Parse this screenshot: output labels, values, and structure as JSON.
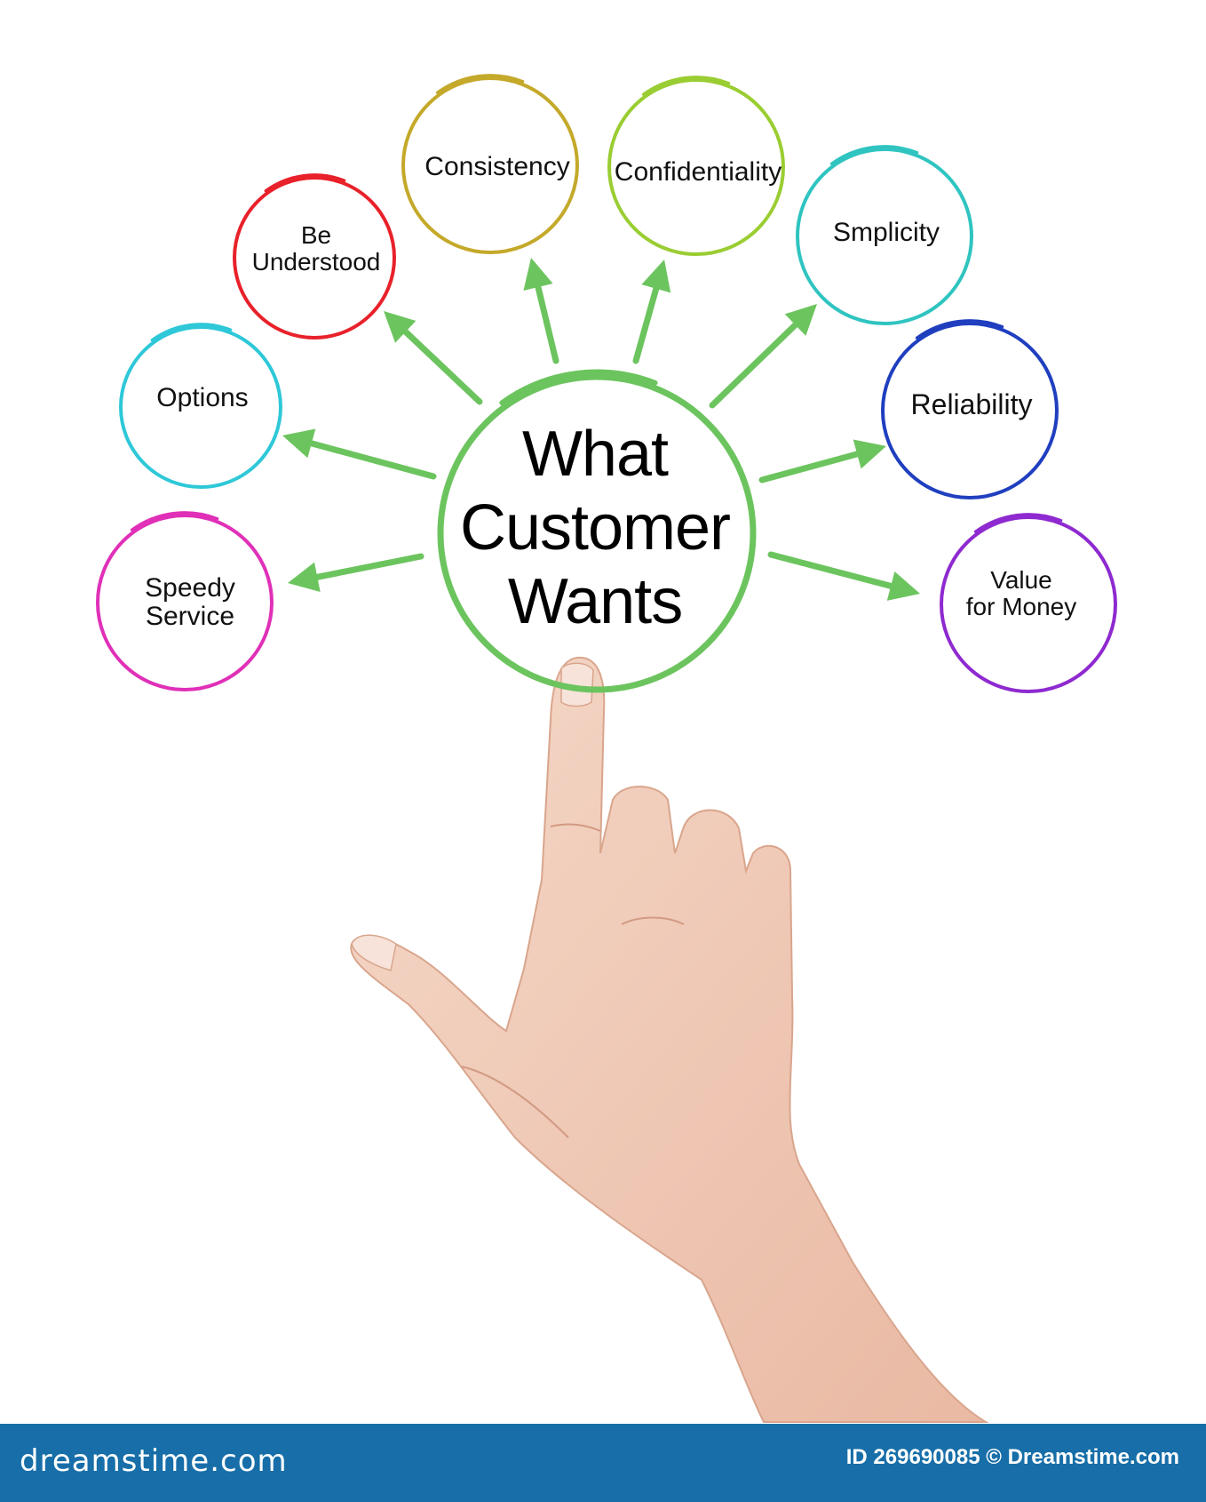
{
  "center": {
    "lines": [
      "What",
      "Customer",
      "Wants"
    ],
    "color": "#6cc45e"
  },
  "arrow_color": "#6cc45e",
  "nodes": [
    {
      "id": "consistency",
      "lines": [
        "Consistency"
      ],
      "color": "#c4a92a"
    },
    {
      "id": "confidentiality",
      "lines": [
        "Confidentiality"
      ],
      "color": "#9acd32"
    },
    {
      "id": "be-understood",
      "lines": [
        "Be",
        "Understood"
      ],
      "color": "#e8212a"
    },
    {
      "id": "simplicity",
      "lines": [
        "Smplicity"
      ],
      "color": "#2fc4c0"
    },
    {
      "id": "options",
      "lines": [
        "Options"
      ],
      "color": "#2ec8d8"
    },
    {
      "id": "reliability",
      "lines": [
        "Reliability"
      ],
      "color": "#1f3fbf"
    },
    {
      "id": "speedy-service",
      "lines": [
        "Speedy",
        "Service"
      ],
      "color": "#e030b8"
    },
    {
      "id": "value-for-money",
      "lines": [
        "Value",
        "for Money"
      ],
      "color": "#8e2ad0"
    }
  ],
  "footer": {
    "left": "dreamstime.com",
    "right": "ID 269690085 © Dreamstime.com",
    "background": "#176ea8"
  }
}
